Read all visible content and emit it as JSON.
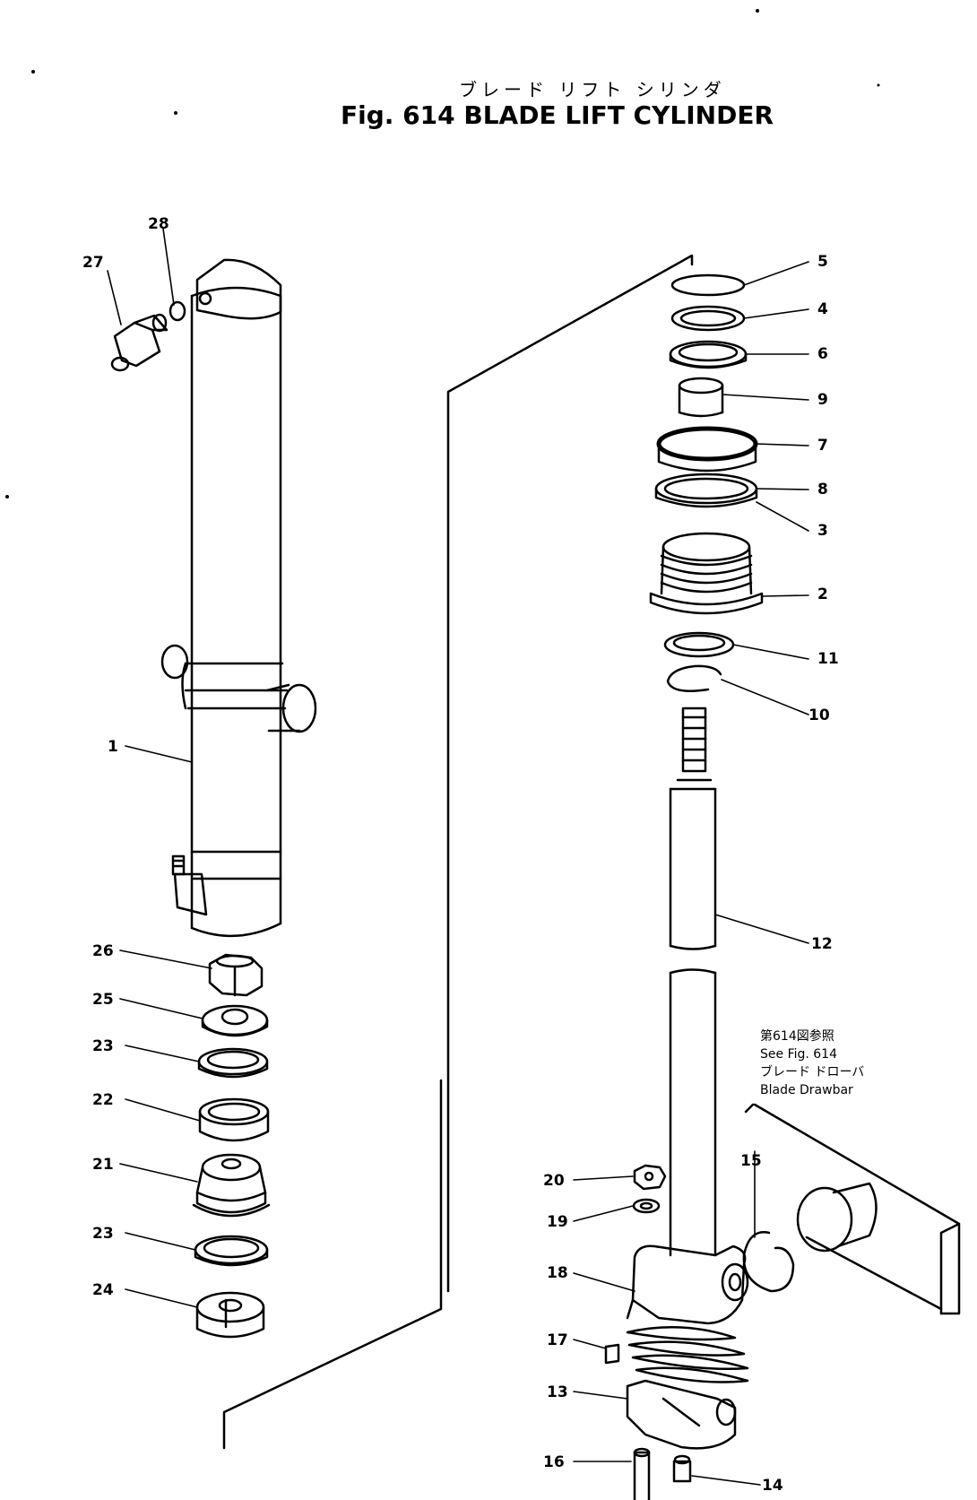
{
  "figure": {
    "subtitle_jp": "ブレード リフト シリンダ",
    "title": "Fig. 614 BLADE LIFT CYLINDER"
  },
  "reference_note": {
    "line1": "第614図参照",
    "line2": "See Fig. 614",
    "line3": "ブレード ドローバ",
    "line4": "Blade Drawbar"
  },
  "callouts": {
    "c1": "1",
    "c2": "2",
    "c3": "3",
    "c4": "4",
    "c5": "5",
    "c6": "6",
    "c7": "7",
    "c8": "8",
    "c9": "9",
    "c10": "10",
    "c11": "11",
    "c12": "12",
    "c13": "13",
    "c14": "14",
    "c15": "15",
    "c16": "16",
    "c17": "17",
    "c18": "18",
    "c19": "19",
    "c20": "20",
    "c21": "21",
    "c22": "22",
    "c23a": "23",
    "c23b": "23",
    "c24": "24",
    "c25": "25",
    "c26": "26",
    "c27": "27",
    "c28": "28"
  }
}
